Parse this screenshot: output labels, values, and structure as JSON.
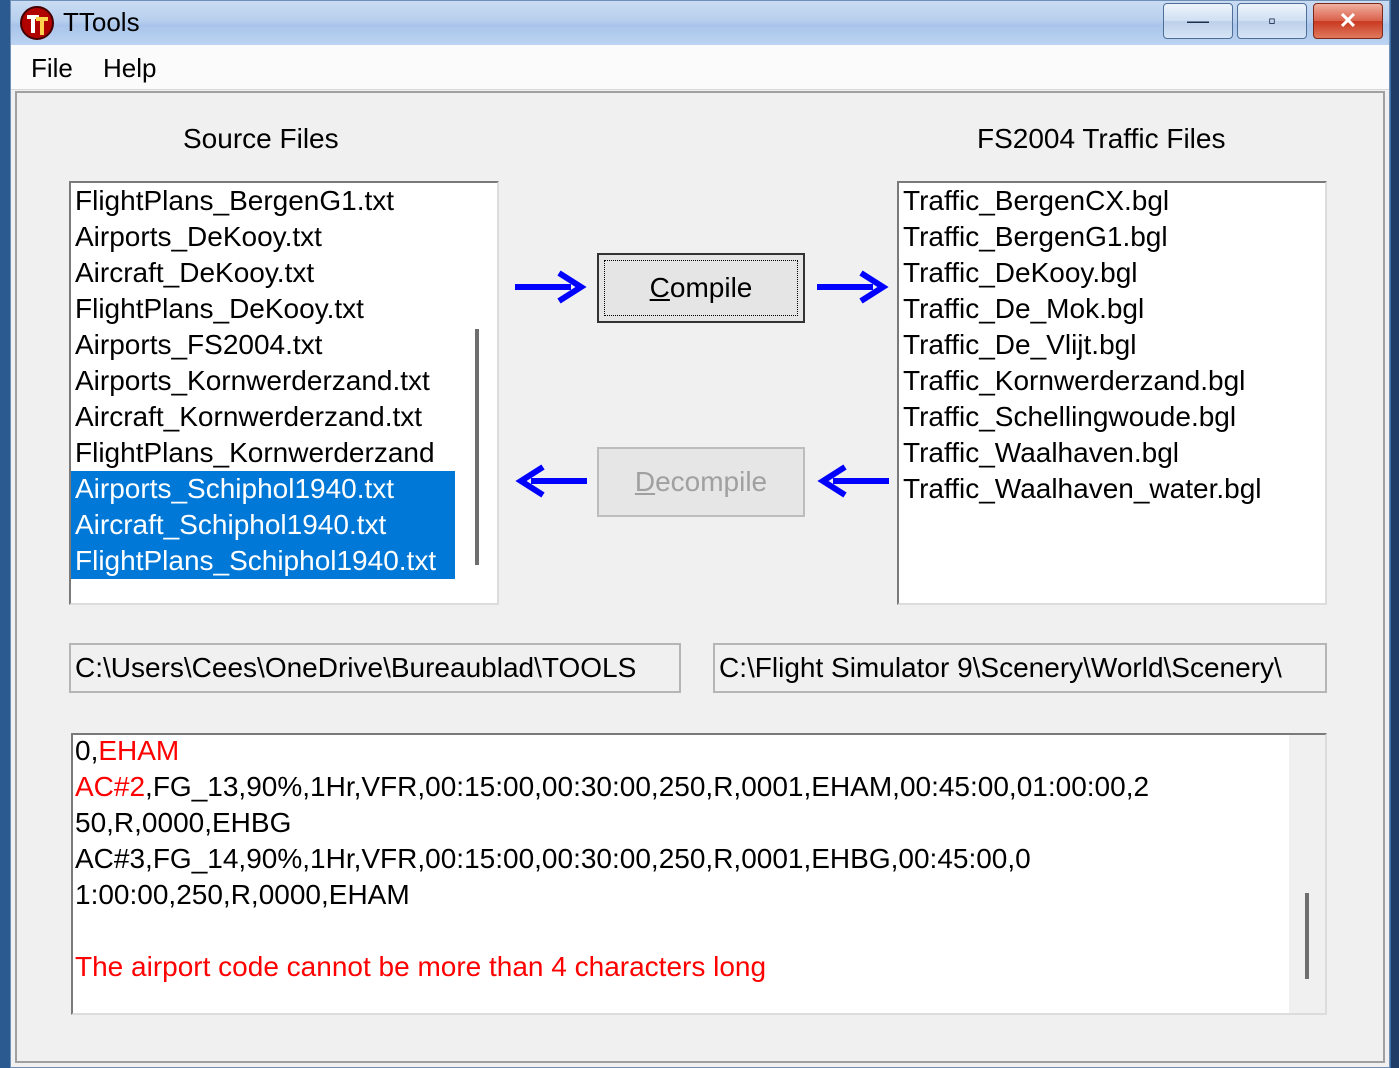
{
  "window": {
    "title": "TTools",
    "minimize_glyph": "—",
    "maximize_glyph": "▫",
    "close_glyph": "✕"
  },
  "menu": [
    {
      "label": "File"
    },
    {
      "label": "Help"
    }
  ],
  "source": {
    "label": "Source Files",
    "items": [
      {
        "text": "FlightPlans_BergenG1.txt",
        "selected": false
      },
      {
        "text": "Airports_DeKooy.txt",
        "selected": false
      },
      {
        "text": "Aircraft_DeKooy.txt",
        "selected": false
      },
      {
        "text": "FlightPlans_DeKooy.txt",
        "selected": false
      },
      {
        "text": "Airports_FS2004.txt",
        "selected": false
      },
      {
        "text": "Airports_Kornwerderzand.txt",
        "selected": false
      },
      {
        "text": "Aircraft_Kornwerderzand.txt",
        "selected": false
      },
      {
        "text": "FlightPlans_Kornwerderzand",
        "selected": false
      },
      {
        "text": "Airports_Schiphol1940.txt",
        "selected": true
      },
      {
        "text": "Aircraft_Schiphol1940.txt",
        "selected": true
      },
      {
        "text": "FlightPlans_Schiphol1940.txt",
        "selected": true
      }
    ],
    "path": "C:\\Users\\Cees\\OneDrive\\Bureaublad\\TOOLS"
  },
  "traffic": {
    "label": "FS2004 Traffic Files",
    "items": [
      "Traffic_BergenCX.bgl",
      "Traffic_BergenG1.bgl",
      "Traffic_DeKooy.bgl",
      "Traffic_De_Mok.bgl",
      "Traffic_De_Vlijt.bgl",
      "Traffic_Kornwerderzand.bgl",
      "Traffic_Schellingwoude.bgl",
      "Traffic_Waalhaven.bgl",
      "Traffic_Waalhaven_water.bgl"
    ],
    "path": "C:\\Flight Simulator 9\\Scenery\\World\\Scenery\\"
  },
  "buttons": {
    "compile": {
      "accel": "C",
      "rest": "ompile"
    },
    "decompile": {
      "accel": "D",
      "rest": "ecompile"
    }
  },
  "colors": {
    "arrow": "#0000ff",
    "selection": "#0078d7",
    "error": "#ff0000"
  },
  "log": {
    "lines": [
      [
        {
          "t": "0,",
          "red": false
        },
        {
          "t": "EHAM",
          "red": true
        }
      ],
      [
        {
          "t": "AC#2",
          "red": true
        },
        {
          "t": ",FG_13,90%,1Hr,VFR,00:15:00,00:30:00,250,R,0001,EHAM,00:45:00,01:00:00,2",
          "red": false
        }
      ],
      [
        {
          "t": "50,R,0000,EHBG",
          "red": false
        }
      ],
      [
        {
          "t": "AC#3,FG_14,90%,1Hr,VFR,00:15:00,00:30:00,250,R,0001,EHBG,00:45:00,0",
          "red": false
        }
      ],
      [
        {
          "t": "1:00:00,250,R,0000,EHAM",
          "red": false
        }
      ],
      [
        {
          "t": "",
          "red": false
        }
      ],
      [
        {
          "t": "The airport code cannot be more than 4 characters long",
          "red": true
        }
      ]
    ]
  }
}
